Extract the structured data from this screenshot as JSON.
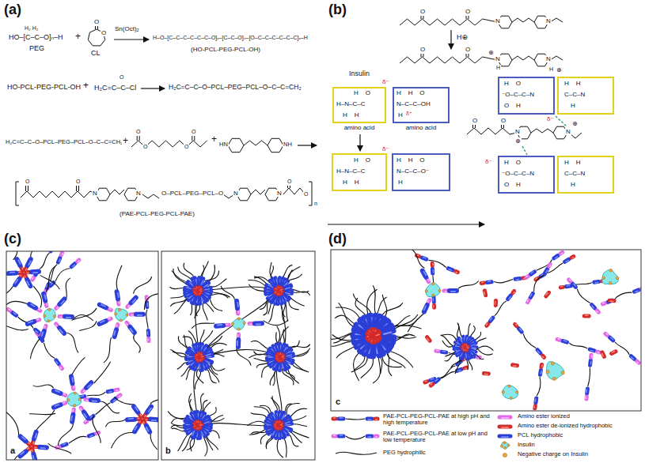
{
  "diagram": {
    "nodes": [
      {
        "text": [
          "amino acid"
        ]
      },
      {
        "text": [
          "amino acid"
        ]
      }
    ],
    "labels": [
      "(a)",
      "(b)",
      "(c)",
      "(d)",
      "H₂ H₂",
      "HO–[C–C–O]ₙ–H",
      "PEG",
      "+",
      "O",
      "O",
      "CL",
      "Sn(Oct)₂",
      "H–O–[C–C–C–C–C–C–O]ₓ–[C–C–O]ₙ–[O–C–C–C–C–C–C]ₓ–H",
      "(HO-PCL-PEG-PCL-OH)",
      "HO-PCL-PEG-PCL-OH",
      "+",
      "O",
      "H₂C=C–C–Cl",
      "H₂C=C–C–O–PCL–PEG–PCL–O–C–C=CH₂",
      "H₂C=C–C–O–PCL–PEG–PCL–O–C–C=CH₂",
      "+",
      "O",
      "O",
      "O",
      "O",
      "+",
      "HN",
      "NH",
      "O",
      "O",
      "N",
      "N",
      "O–PCL–PEG–PCL–O",
      "N",
      "N",
      "O",
      "O",
      "n",
      "(PAE-PCL-PEG-PCL-PAE)",
      "O",
      "O",
      "N",
      "N",
      "H⊕",
      "O",
      "O",
      "N",
      "H",
      "⊕",
      "N",
      "H",
      "⊕",
      "Insulin",
      "δ⁻",
      "H    O",
      "H–N–C–C",
      "H    H",
      "H    H    O",
      "N–C–C–OH",
      "H",
      "δ⁺",
      "H    O",
      "H–N–C–C",
      "H    H",
      "H    H    O",
      "N–C–C–O⁻",
      "H",
      "δ⁻",
      "H    O",
      "⁻O–C–C–N",
      "O    H",
      "H    H",
      "C–C–N",
      "H",
      "δ⁻",
      "O",
      "O",
      "N",
      "⊕",
      "N",
      "⊕",
      "H    O",
      "⁻O–C–C–N",
      "O    H",
      "H    H",
      "C–C–N",
      "H",
      "δ⁻",
      "a",
      "b",
      "c"
    ],
    "legend": [
      {
        "text": "PAE-PCL-PEG-PCL-PAE at high pH and high temperature"
      },
      {
        "text": "PAE-PCL-PEG-PCL-PAE at low pH and low temperature"
      },
      {
        "text": "PEG hydrophilic"
      },
      {
        "text": "Amino ester ionized"
      },
      {
        "text": "Amino ester de-ionized hydrophobic"
      },
      {
        "text": "PCL hydrophobic"
      },
      {
        "text": "Insulin"
      },
      {
        "text": "Negative charge on Insulin"
      }
    ]
  }
}
